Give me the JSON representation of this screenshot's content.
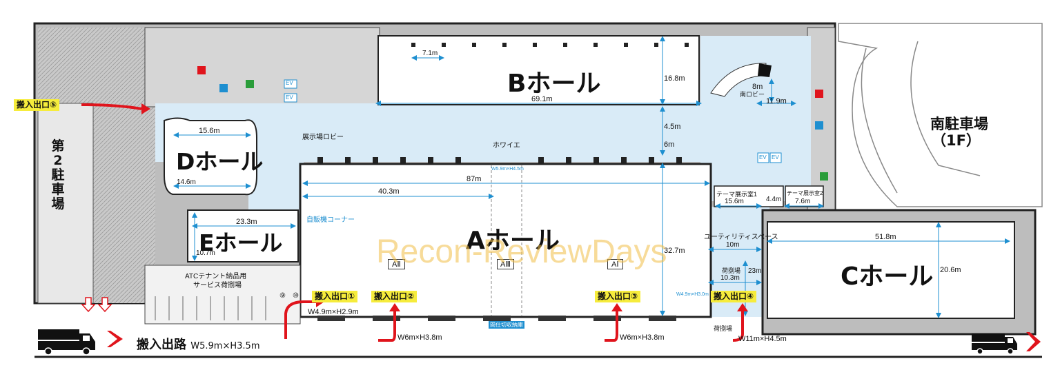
{
  "halls": {
    "a": "Aホール",
    "b": "Bホール",
    "c": "Cホール",
    "d": "Dホール",
    "e": "Eホール"
  },
  "parking": {
    "south": "南駐車場",
    "south_floor": "（1F）",
    "second_chars": [
      "第",
      "2",
      "駐",
      "車",
      "場"
    ]
  },
  "areas": {
    "lobby": "展示場ロビー",
    "foyer": "ホワイエ",
    "south_lobby": "南ロビー",
    "vending": "自販機コーナー",
    "theme1": "テーマ展示室1",
    "theme2": "テーマ展示室2",
    "utility": "ユーティリティスペース",
    "loading_dock": "荷捌場",
    "dock_label": "荷捌場",
    "atc_line1": "ATCテナント納品用",
    "atc_line2": "サービス荷捌場",
    "partition_storage": "間仕切収納庫",
    "a2": "AⅡ",
    "a3": "AⅢ",
    "a1": "AⅠ",
    "ev": "EV",
    "num9": "⑨",
    "num10": "⑩"
  },
  "entrances": {
    "e1": "搬入出口①",
    "e2": "搬入出口②",
    "e3": "搬入出口③",
    "e4": "搬入出口④",
    "e5": "搬入出口⑤"
  },
  "openings": {
    "e1": "W4.9m×H2.9m",
    "e2": "W6m×H3.8m",
    "e3": "W6m×H3.8m",
    "e4": "W11m×H4.5m",
    "foyer_gate": "W5.9m×H4.5m",
    "util_gate": "W4.9m×H3.0m"
  },
  "route": {
    "label": "搬入出路",
    "size": "W5.9m×H3.5m"
  },
  "dims": {
    "b_bay": "7.1m",
    "b_depth": "16.8m",
    "b_width": "69.1m",
    "foyer_depth": "4.5m",
    "gap": "6m",
    "south_lobby_depth": "8m",
    "south_lobby_width": "11.9m",
    "d_top": "15.6m",
    "d_bottom": "14.6m",
    "e_width": "23.3m",
    "e_depth": "10.7m",
    "a_total": "87m",
    "a_part": "40.3m",
    "a_depth": "32.7m",
    "theme1_w": "15.6m",
    "theme_gap": "4.4m",
    "theme2_w": "7.6m",
    "util_w": "10m",
    "dock_w": "10.3m",
    "dock_d": "23m",
    "c_width": "51.8m",
    "c_depth": "20.6m"
  },
  "watermark": "Recon-ReviewDays",
  "colors": {
    "accent_blue": "#1e8fd0",
    "corridor": "#d9ebf7",
    "wall": "#222222",
    "facility": "#bdbdbd",
    "arrow_red": "#e0141c",
    "tag_yellow": "#f6ec3c"
  }
}
